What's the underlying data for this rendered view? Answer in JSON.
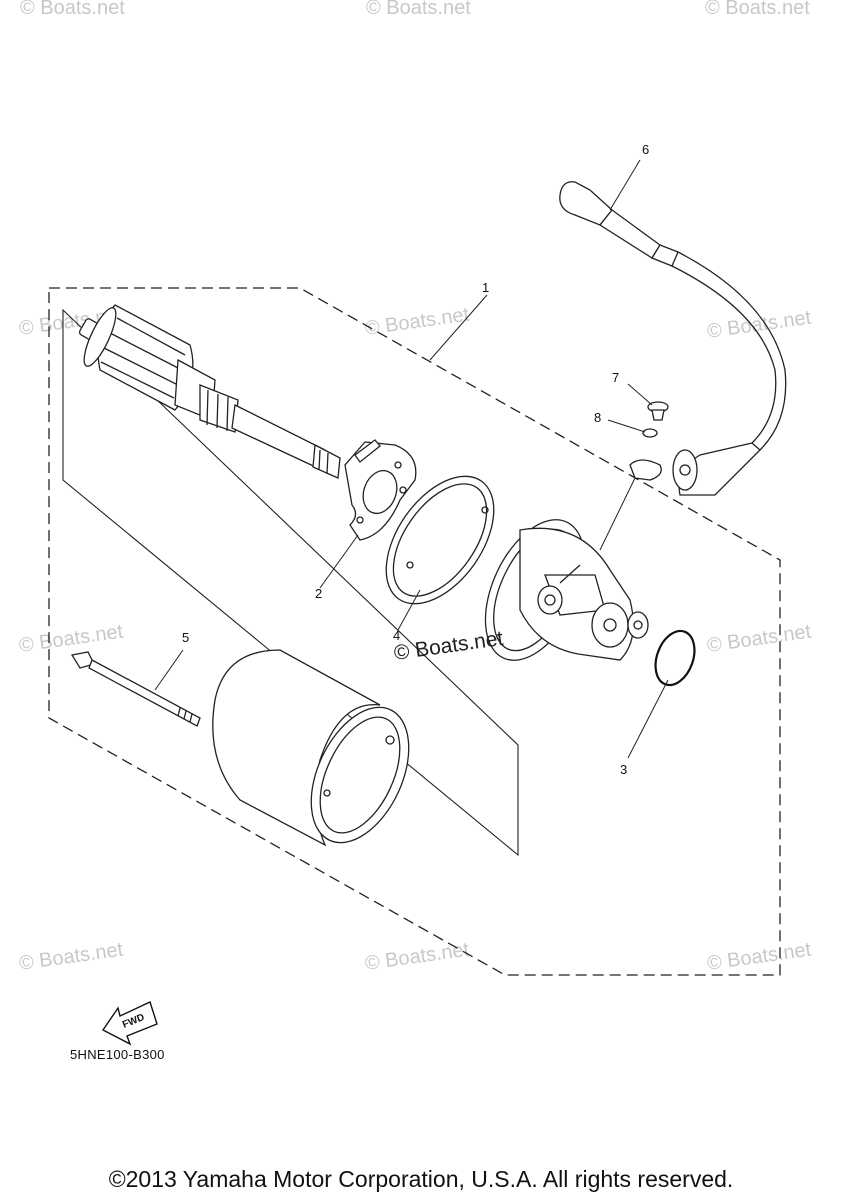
{
  "diagram": {
    "callouts": [
      "1",
      "2",
      "3",
      "4",
      "5",
      "6",
      "7",
      "8"
    ],
    "fwd_label": "FWD",
    "code": "5HNE100-B300",
    "copyright": "©2013 Yamaha Motor Corporation, U.S.A. All rights reserved."
  },
  "watermarks": {
    "faint": "© Boats.net",
    "center": "© Boats.net"
  }
}
